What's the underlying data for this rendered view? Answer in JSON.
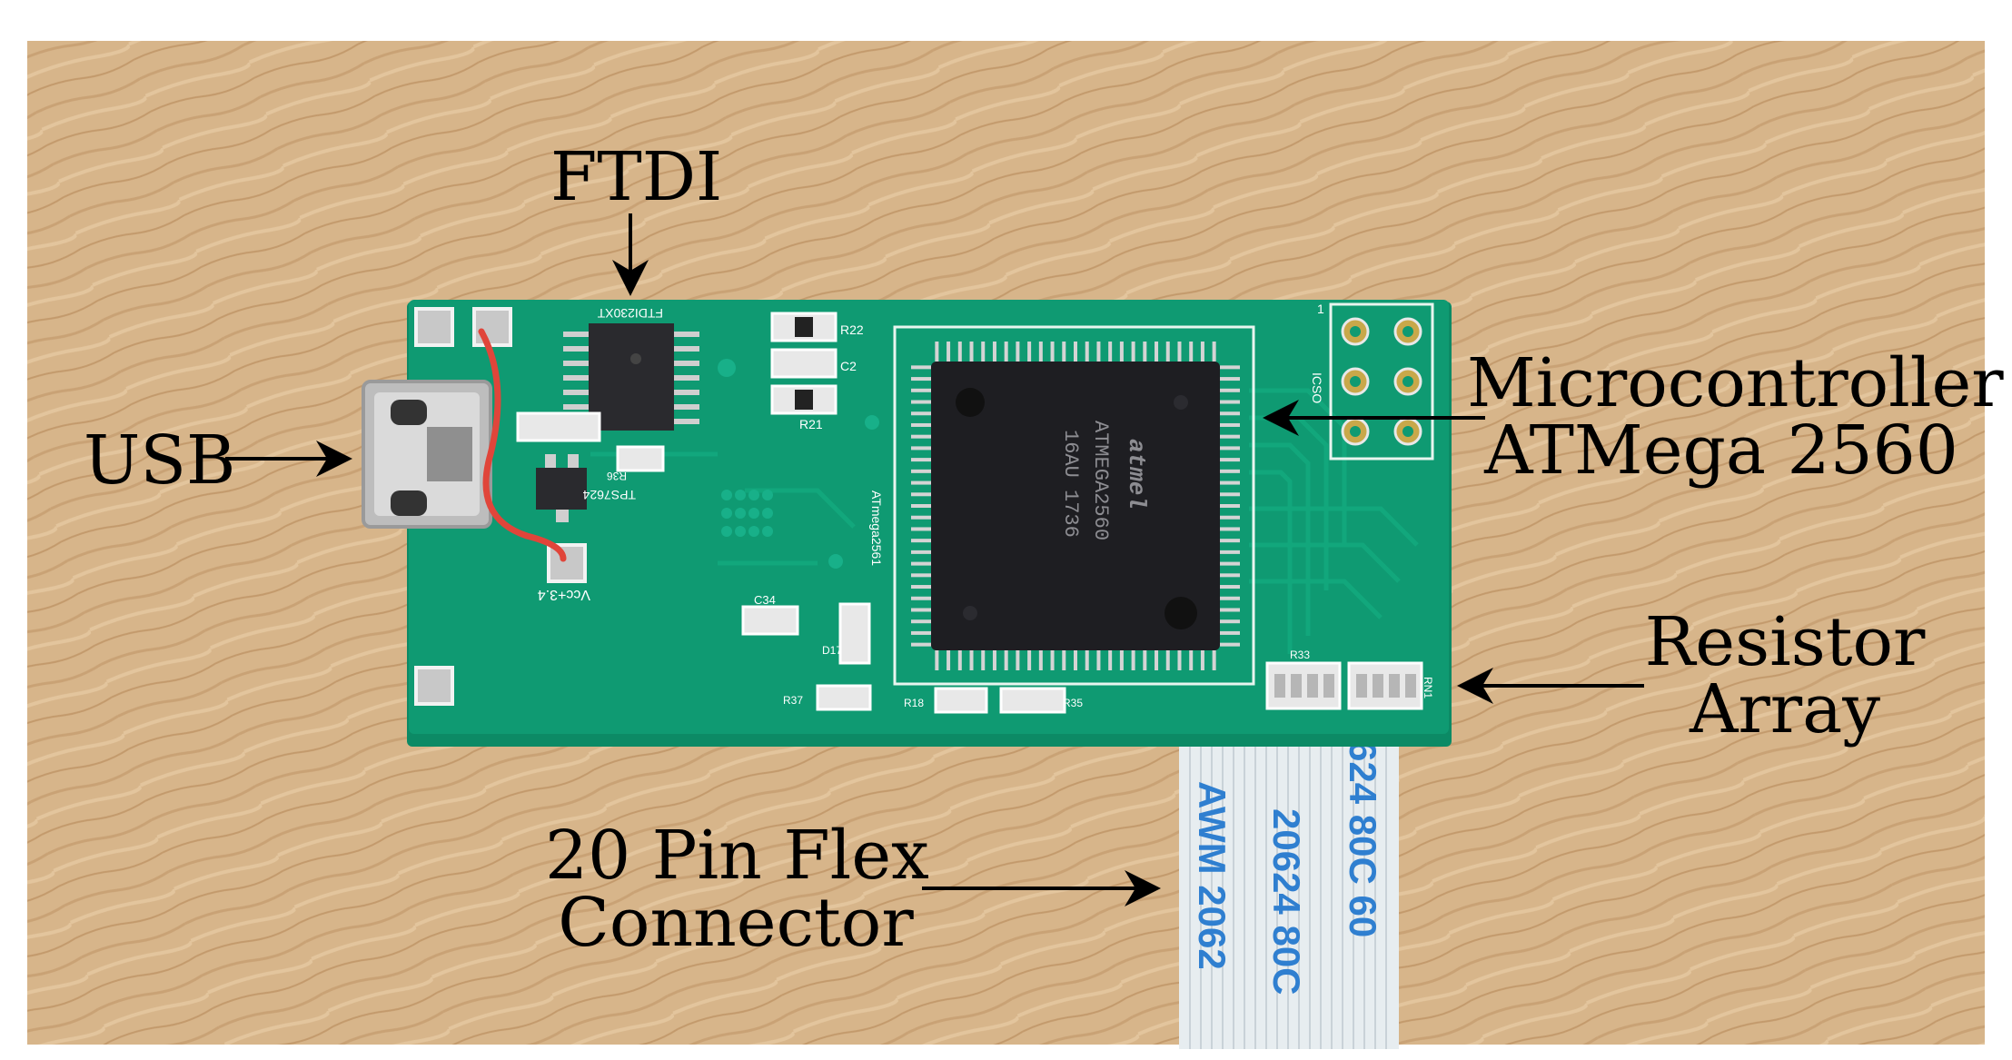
{
  "labels": {
    "ftdi": "FTDI",
    "usb": "USB",
    "mcu_line1": "Microcontroller",
    "mcu_line2": "ATMega 2560",
    "resistor_line1": "Resistor",
    "resistor_line2": "Array",
    "flex_line1": "20 Pin Flex",
    "flex_line2": "Connector"
  },
  "silkscreen": {
    "ftdi_part": "FTDI230XT",
    "mcu_brand": "atmel",
    "mcu_part": "ATMEGA2560",
    "mcu_code1": "16AU 1736",
    "mcu_name": "ATmega2561",
    "regulator": "TPS7624",
    "vcc": "Vcc+3.4",
    "icsp": "ICSO",
    "r22": "R22",
    "r21": "R21",
    "c2": "C2",
    "c34": "C34",
    "d17": "D17",
    "r37": "R37",
    "r18": "R18",
    "r35": "R35",
    "r33": "R33",
    "rn1": "RN1",
    "r36": "R36",
    "pin1": "1"
  },
  "ribbon": {
    "line1": "AWM 2062",
    "line2": "20624 80C",
    "line3": "624 80C 60"
  },
  "colors": {
    "wood": "#d7b58a",
    "pcb": "#0f9a72",
    "chip": "#1e1e22",
    "ribbon": "#e7edf0",
    "ribbon_text": "#2f7fd0",
    "wire": "#e0453a"
  }
}
